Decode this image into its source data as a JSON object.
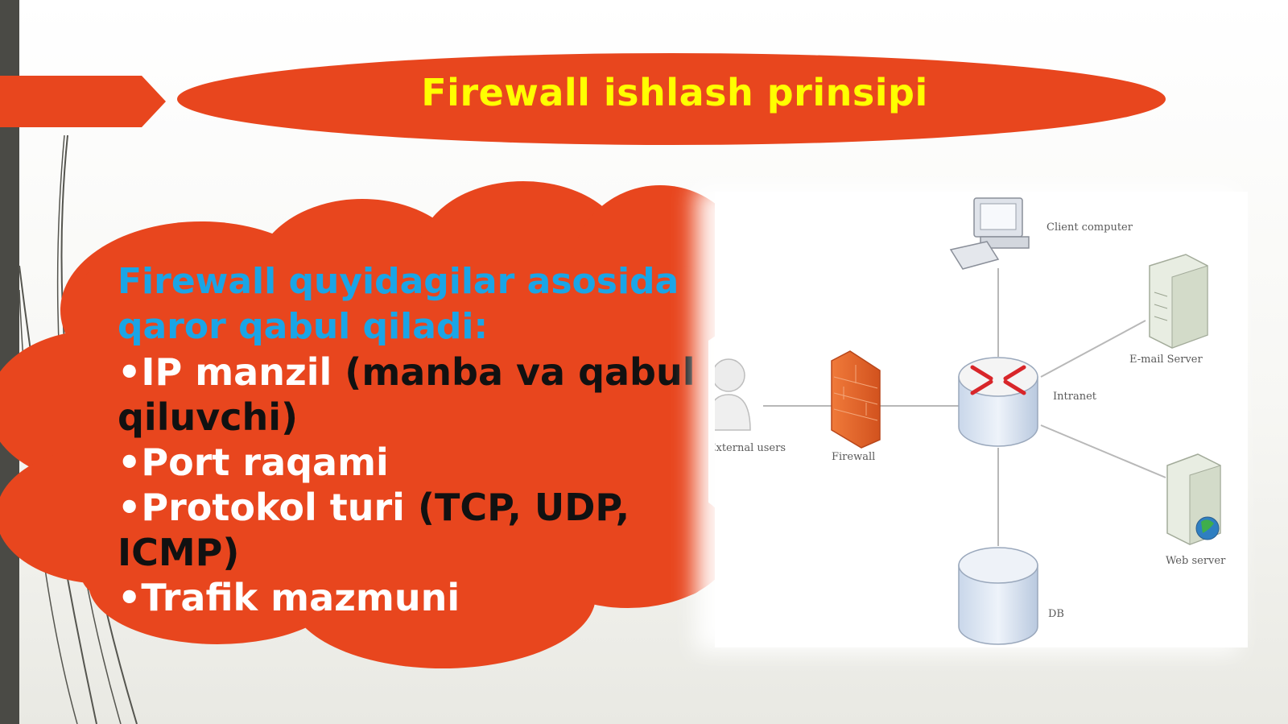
{
  "slide": {
    "title": "Firewall ishlash prinsipi",
    "heading_lines": [
      "Firewall quyidagilar asosida",
      "qaror qabul qiladi:"
    ],
    "bullets": [
      {
        "lines": [
          [
            {
              "text": "•IP manzil ",
              "color": "white"
            },
            {
              "text": "(manba va qabul",
              "color": "black"
            }
          ],
          [
            {
              "text": "qiluvchi)",
              "color": "black"
            }
          ]
        ]
      },
      {
        "lines": [
          [
            {
              "text": "•Port raqami",
              "color": "white"
            }
          ]
        ]
      },
      {
        "lines": [
          [
            {
              "text": "•Protokol turi ",
              "color": "white"
            },
            {
              "text": "(TCP, UDP, ICMP)",
              "color": "black"
            }
          ]
        ]
      },
      {
        "lines": [
          [
            {
              "text": "•Trafik mazmuni",
              "color": "white"
            }
          ]
        ]
      }
    ]
  },
  "diagram": {
    "labels": {
      "external_users": "External users",
      "firewall": "Firewall",
      "router": "Intranet",
      "client": "Client computer",
      "email_server": "E-mail Server",
      "web_server": "Web server",
      "db": "DB"
    }
  },
  "colors": {
    "accent_orange": "#e8461e",
    "title_yellow": "#ffff00",
    "heading_blue": "#1aa5e6",
    "bar_dark": "#4a4a45"
  }
}
